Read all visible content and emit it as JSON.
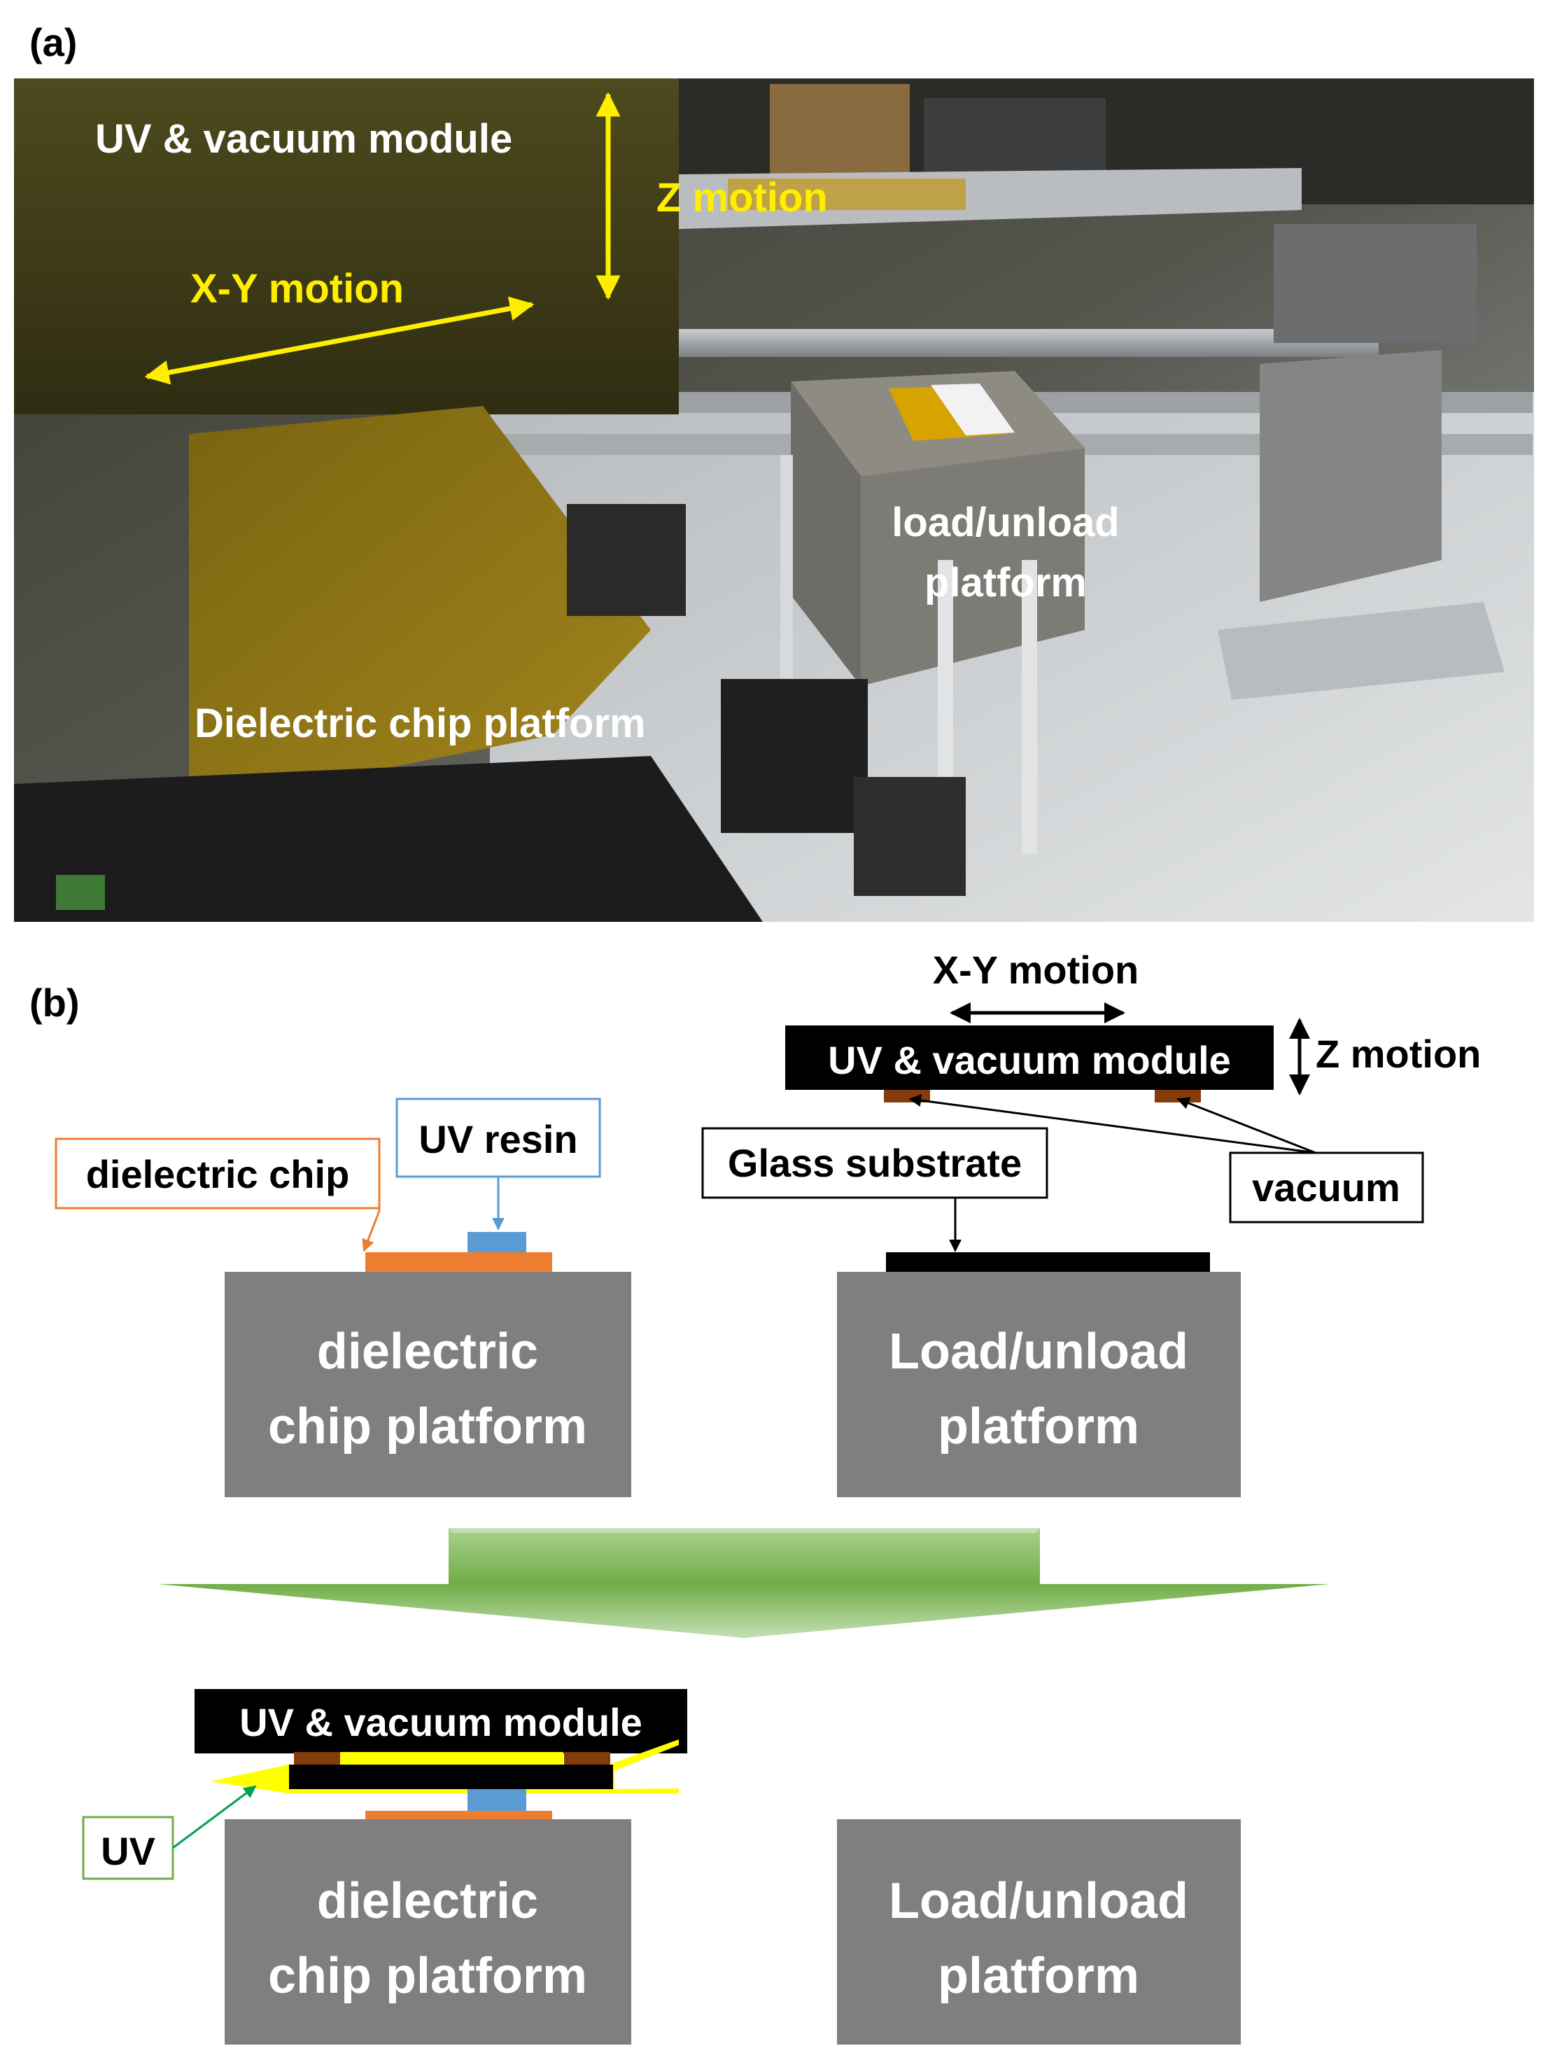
{
  "panel_a": {
    "label": "(a)",
    "annotations": {
      "uv_module": "UV & vacuum module",
      "z_motion": "Z motion",
      "xy_motion": "X-Y motion",
      "load_line1": "load/unload",
      "load_line2": "platform",
      "dielectric": "Dielectric chip platform"
    }
  },
  "panel_b": {
    "label": "(b)",
    "top": {
      "xy_motion": "X-Y motion",
      "z_motion": "Z motion",
      "uv_module": "UV & vacuum module",
      "dielectric_chip": "dielectric chip",
      "uv_resin": "UV resin",
      "glass_substrate": "Glass substrate",
      "vacuum": "vacuum",
      "left_platform_line1": "dielectric",
      "left_platform_line2": "chip platform",
      "right_platform_line1": "Load/unload",
      "right_platform_line2": "platform"
    },
    "bottom": {
      "uv_module": "UV & vacuum module",
      "uv": "UV",
      "left_platform_line1": "dielectric",
      "left_platform_line2": "chip platform",
      "right_platform_line1": "Load/unload",
      "right_platform_line2": "platform"
    }
  },
  "colors": {
    "annotation_white": "#ffffff",
    "annotation_yellow": "#ffee00",
    "platform_gray": "#7f7f7f",
    "module_black": "#000000",
    "chip_orange": "#ed7d31",
    "resin_blue": "#5b9bd5",
    "vacuum_brown": "#843c0c",
    "uv_yellow": "#ffff00",
    "arrow_green": "#70ad47",
    "uv_box_green": "#70ad47"
  }
}
